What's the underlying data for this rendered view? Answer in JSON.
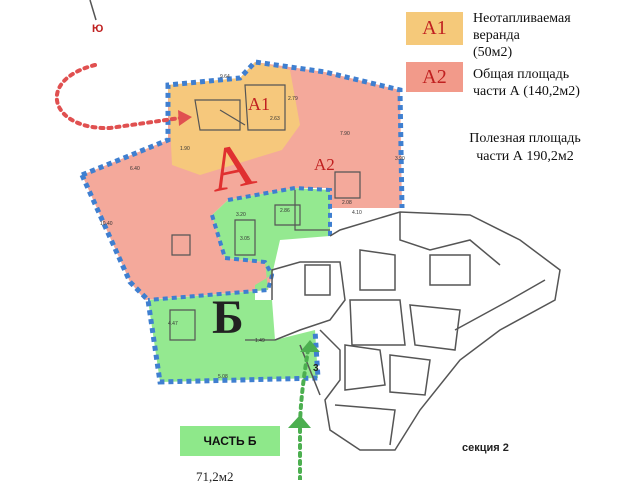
{
  "legend": {
    "a1": {
      "code": "А1",
      "title_line1": "Неотапливаемая",
      "title_line2": "веранда",
      "title_line3": "(50м2)",
      "color": "#f5c97a"
    },
    "a2": {
      "code": "А2",
      "title_line1": "Общая площадь",
      "title_line2": "части А (140,2м2)",
      "color": "#f29a8a"
    }
  },
  "useful_area": {
    "line1": "Полезная площадь",
    "line2": "части А 190,2м2"
  },
  "plan_labels": {
    "part_a": "А",
    "part_b": "Б",
    "a1": "А1",
    "a2": "А2",
    "north_mark": "Ю",
    "entrance_number": "3",
    "section": "секция 2"
  },
  "part_b_badge": {
    "label": "ЧАСТЬ Б",
    "area_partial": "71,2м2"
  },
  "dimensions": {
    "d1": "9.64",
    "d2": "6.40",
    "d3": "2.63",
    "d4": "7.90",
    "d5": "2.08",
    "d6": "4.10",
    "d7": "3.20",
    "d8": "10.40",
    "d9": "5.08",
    "d10": "2.79",
    "d11": "1.90",
    "d12": "3.90",
    "d13": "4.47",
    "d14": "1.49",
    "d15": "2.86",
    "d16": "3.05"
  },
  "colors": {
    "zone_a1": "#f5c97a",
    "zone_a2": "#f29a8a",
    "zone_b": "#8ee88a",
    "border_blue": "#3f7fd0",
    "arrow_red": "#e05050",
    "arrow_green": "#4caf50"
  }
}
